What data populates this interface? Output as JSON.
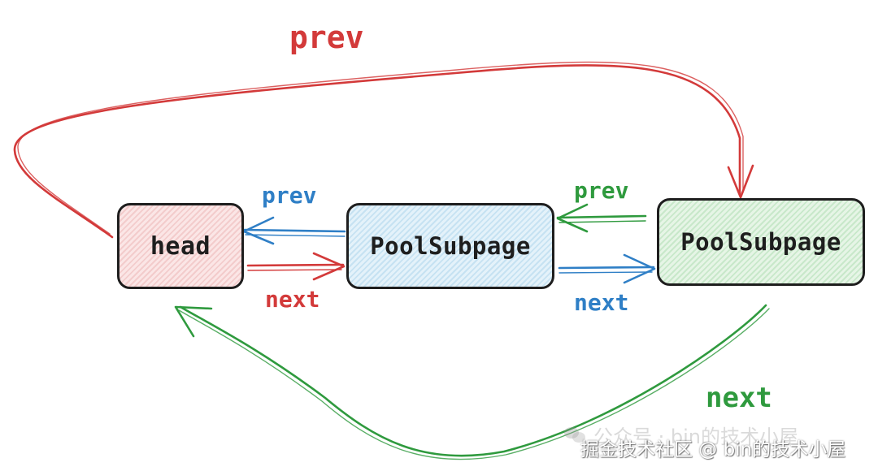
{
  "nodes": {
    "head": {
      "label": "head"
    },
    "middle": {
      "label": "PoolSubpage"
    },
    "right": {
      "label": "PoolSubpage"
    }
  },
  "edge_labels": {
    "top_prev": "prev",
    "mid_prev": "prev",
    "mid_next": "next",
    "right_prev": "prev",
    "right_next": "next",
    "bottom_next": "next"
  },
  "watermark": {
    "faint": "公众号 · bin的技术小屋",
    "main": "掘金技术社区 @ bin的技术小屋"
  },
  "colors": {
    "red": "#d33a3a",
    "blue": "#2f7fc6",
    "green": "#2f9a3e",
    "stroke": "#1e1e1e",
    "head_fill": "#fbe6e6",
    "middle_fill": "#e4f2fa",
    "right_fill": "#e6f5e6"
  }
}
